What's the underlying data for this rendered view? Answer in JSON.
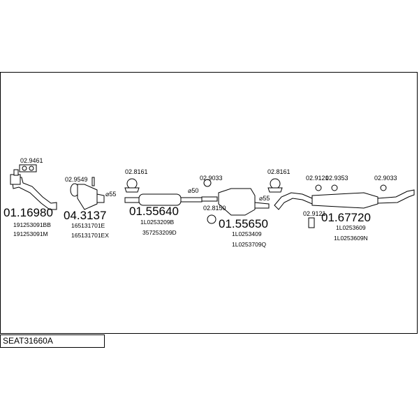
{
  "diagram_code": "SEAT31660A",
  "components": [
    {
      "id": "front-pipe",
      "part_number": "01.16980",
      "refs": [
        "191253091BB",
        "191253091M"
      ],
      "accessory": "02.9461"
    },
    {
      "id": "catalyst",
      "part_number": "04.3137",
      "refs": [
        "165131701E",
        "165131701EX"
      ],
      "accessory": "02.9549",
      "pipe_diameter": "⌀55"
    },
    {
      "id": "front-muffler",
      "part_number": "01.55640",
      "refs": [
        "1L0253209B",
        "357253209D"
      ],
      "accessory": "02.8161",
      "pipe_diameter": "⌀50"
    },
    {
      "id": "middle-muffler",
      "part_number": "01.55650",
      "refs": [
        "1L0253409",
        "1L0253709Q"
      ],
      "accessories": [
        "02.9033",
        "02.8150",
        "02.8161"
      ],
      "pipe_diameter": "⌀55"
    },
    {
      "id": "rear-muffler",
      "part_number": "01.67720",
      "refs": [
        "1L0253609",
        "1L0253609N"
      ],
      "accessories": [
        "02.9121",
        "02.9353",
        "02.9033",
        "02.9121"
      ]
    }
  ]
}
